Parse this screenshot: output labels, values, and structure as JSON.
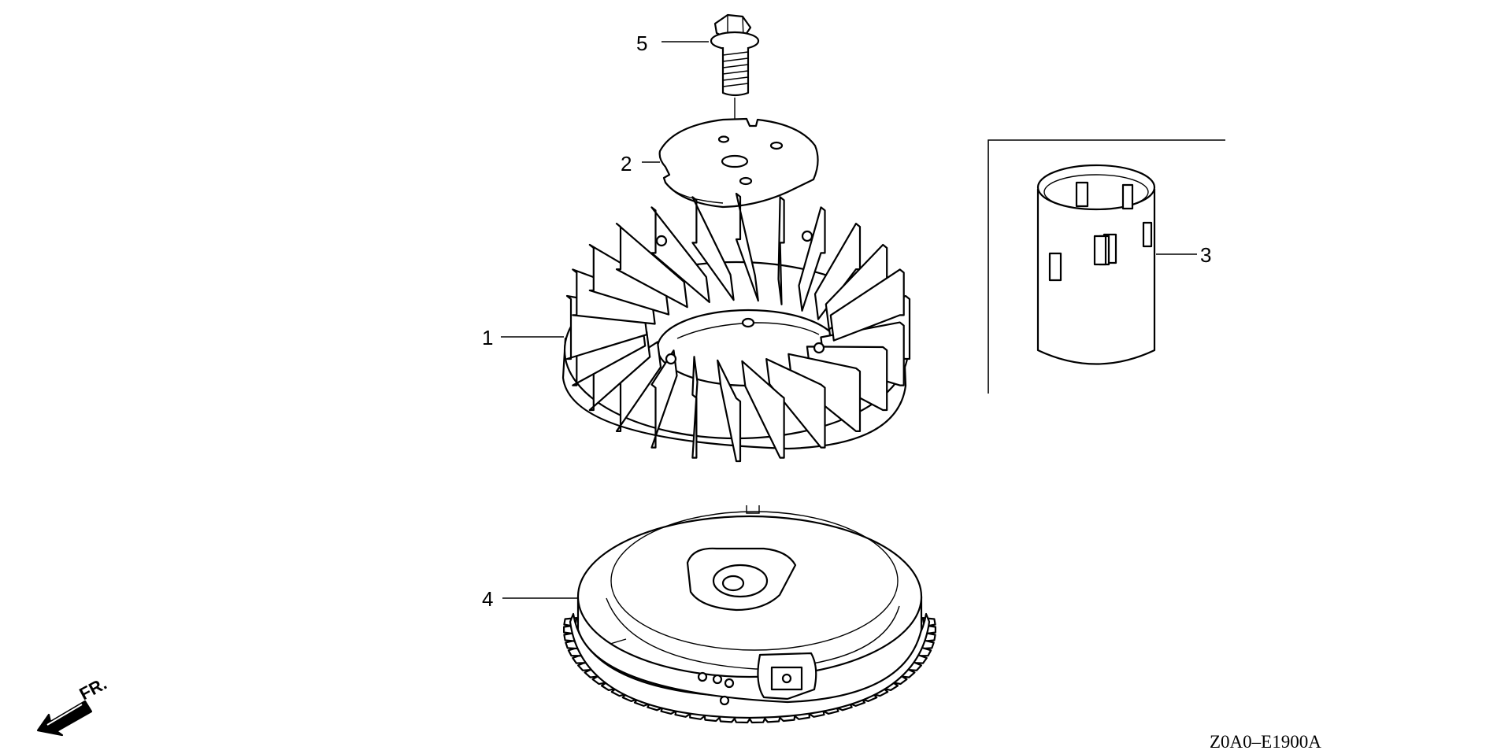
{
  "diagram": {
    "code": "Z0A0–E1900A",
    "direction": "FR.",
    "callouts": {
      "flywheel_cover_fan": "1",
      "plate": "2",
      "collar": "3",
      "flywheel": "4",
      "bolt": "5"
    }
  }
}
